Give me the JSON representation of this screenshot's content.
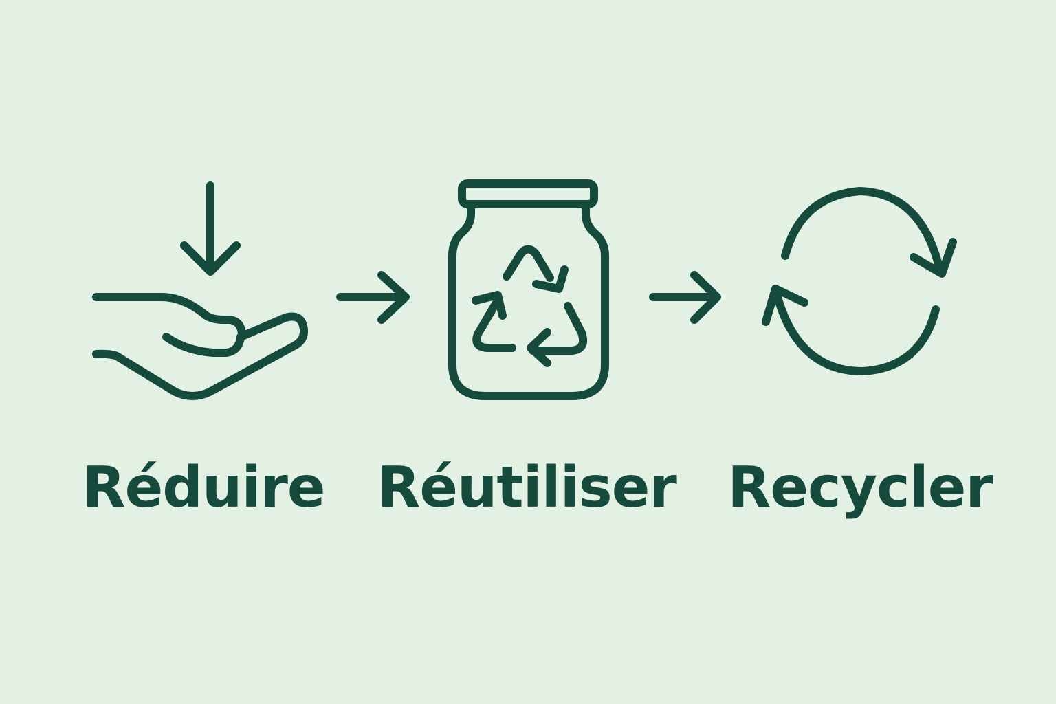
{
  "steps": [
    {
      "label": "Réduire",
      "icon": "hand-with-down-arrow-icon"
    },
    {
      "label": "Réutiliser",
      "icon": "jar-with-recycle-symbol-icon"
    },
    {
      "label": "Recycler",
      "icon": "circular-arrows-icon"
    }
  ],
  "connector_icon": "right-arrow-icon",
  "colors": {
    "background": "#e3f1e4",
    "primary": "#154a3c"
  }
}
